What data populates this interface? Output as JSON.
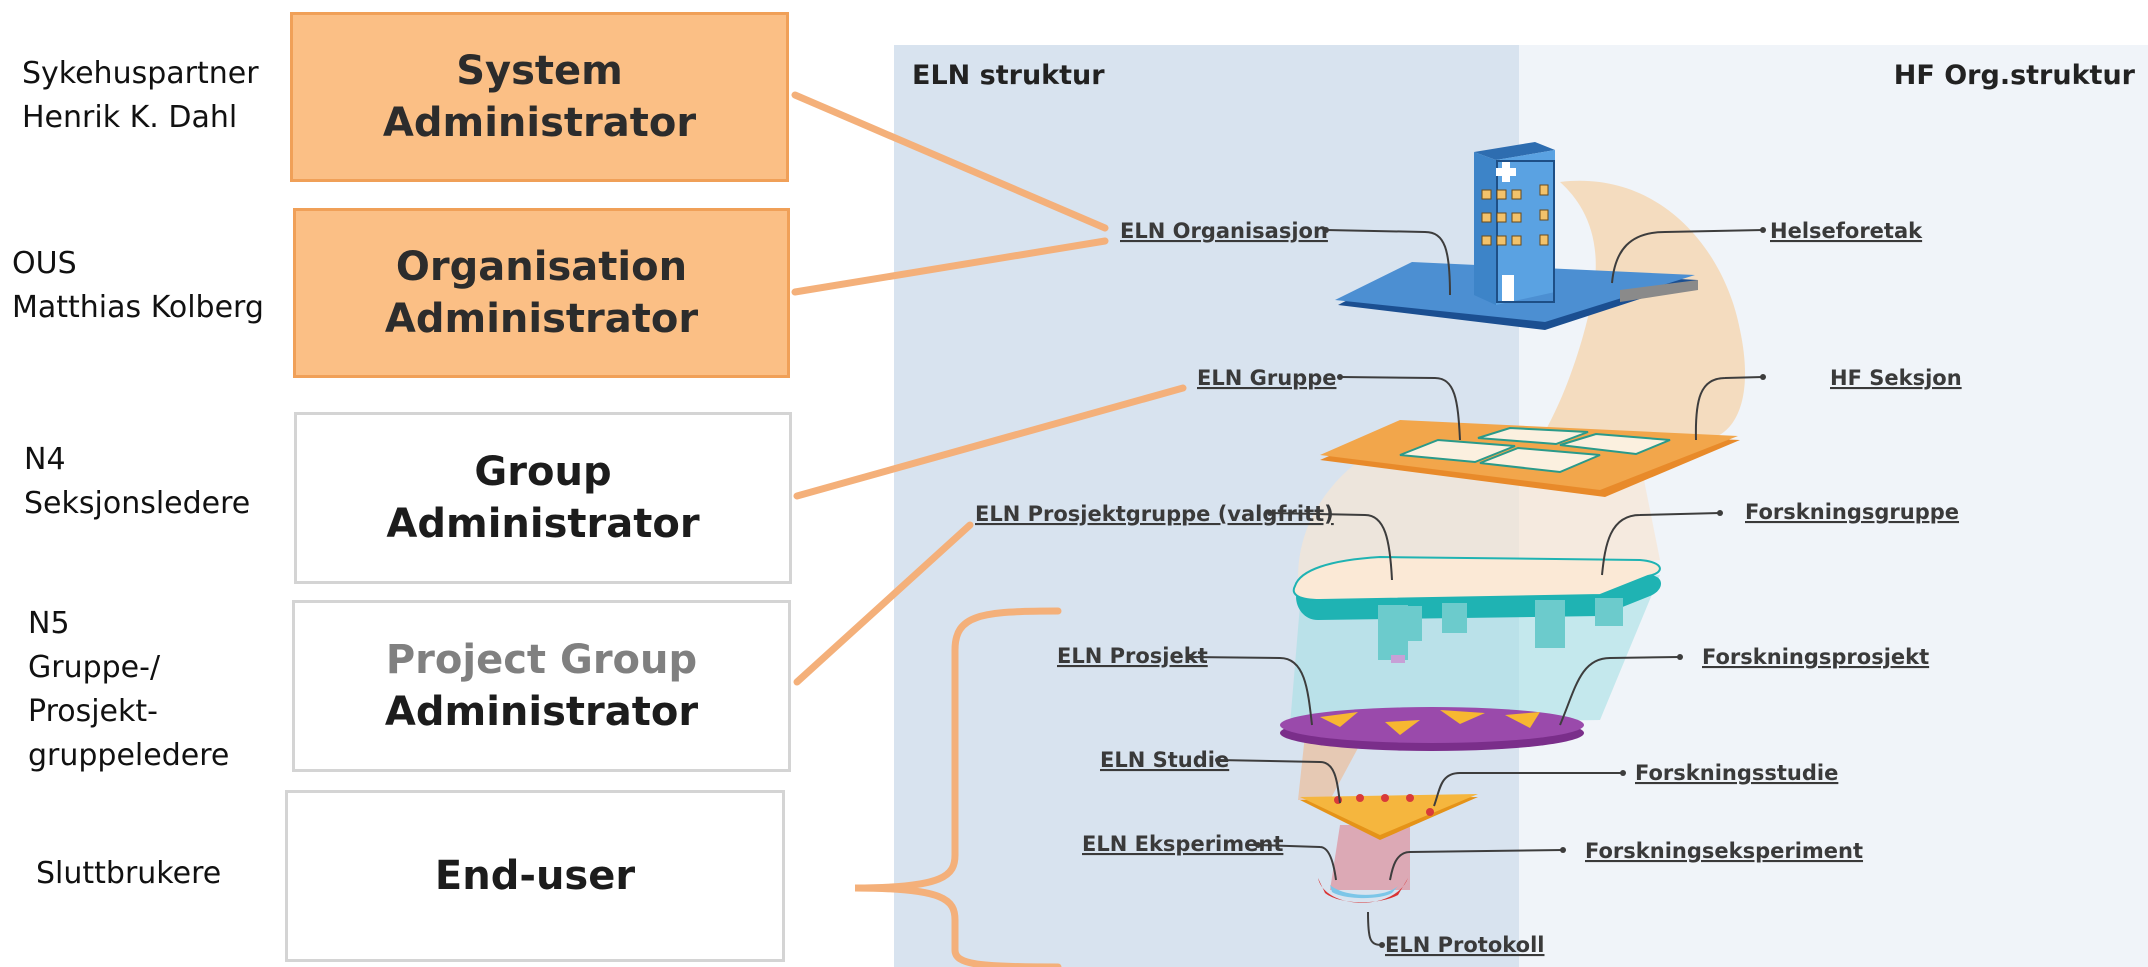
{
  "roles": [
    {
      "id": "system",
      "lines": [
        "System",
        "Administrator"
      ],
      "persons": [
        "Sykehuspartner",
        "Henrik K. Dahl"
      ]
    },
    {
      "id": "organisation",
      "lines": [
        "Organisation",
        "Administrator"
      ],
      "persons": [
        "OUS",
        "Matthias Kolberg"
      ]
    },
    {
      "id": "group",
      "lines": [
        "Group",
        "Administrator"
      ],
      "persons": [
        "N4",
        "Seksjonsledere"
      ]
    },
    {
      "id": "project",
      "lines": [
        "Project Group",
        "Administrator"
      ],
      "persons": [
        "N5",
        "Gruppe-/",
        "Prosjekt-",
        "gruppeledere"
      ]
    },
    {
      "id": "enduser",
      "lines": [
        "End-user"
      ],
      "persons": [
        "Sluttbrukere"
      ]
    }
  ],
  "diagram": {
    "eln_title": "ELN struktur",
    "hf_title": "HF Org.struktur",
    "eln_labels": {
      "organisasjon": "ELN Organisasjon",
      "gruppe": "ELN Gruppe",
      "prosjektgruppe": "ELN Prosjektgruppe (valgfritt)",
      "prosjekt": "ELN Prosjekt",
      "studie": "ELN Studie",
      "eksperiment": "ELN Eksperiment",
      "protokoll": "ELN Protokoll"
    },
    "hf_labels": {
      "helseforetak": "Helseforetak",
      "seksjon": "HF Seksjon",
      "forskningsgruppe": "Forskningsgruppe",
      "forskningsprosjekt": "Forskningsprosjekt",
      "forskningsstudie": "Forskningsstudie",
      "forskningseksperiment": "Forskningseksperiment"
    }
  },
  "colors": {
    "orange_box": "#fbbf85",
    "connector": "#f4b07a",
    "eln_panel": "#d8e3ef",
    "hf_panel": "#f0f4f9",
    "bar_dark": "#1b4f91",
    "bar_orange": "#ec8a2c",
    "bar_teal": "#1fb3b3",
    "bar_purple": "#8e3f9e"
  }
}
